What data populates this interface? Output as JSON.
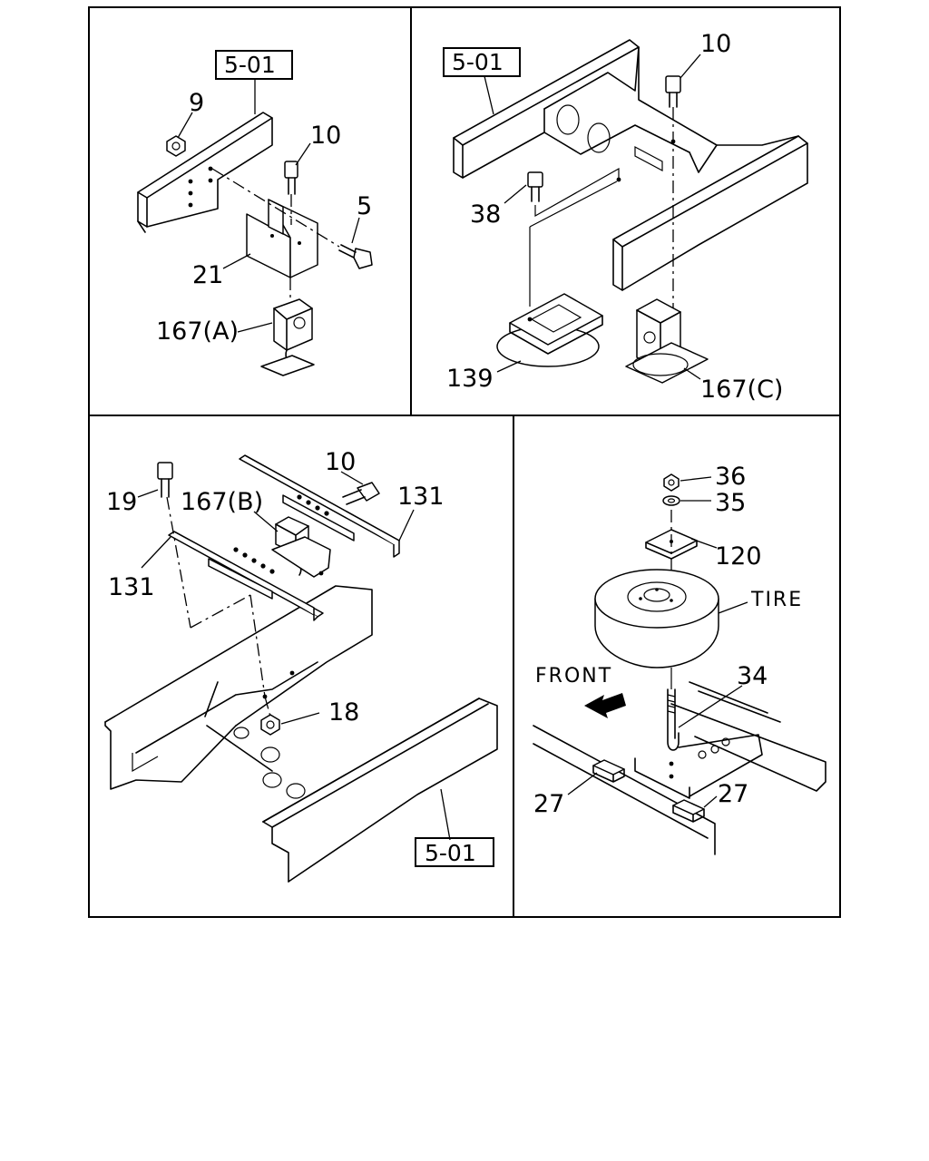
{
  "panels": {
    "top_left": {
      "ref_box": "5-01",
      "labels": {
        "p9": "9",
        "p10": "10",
        "p5": "5",
        "p21": "21",
        "p167a": "167(A)"
      }
    },
    "top_right": {
      "ref_box": "5-01",
      "labels": {
        "p10": "10",
        "p38": "38",
        "p139": "139",
        "p167c": "167(C)"
      }
    },
    "bottom_left": {
      "ref_box": "5-01",
      "labels": {
        "p19": "19",
        "p167b": "167(B)",
        "p10": "10",
        "p131a": "131",
        "p131b": "131",
        "p18": "18"
      }
    },
    "bottom_right": {
      "labels": {
        "p36": "36",
        "p35": "35",
        "p120": "120",
        "tire": "TIRE",
        "front": "FRONT",
        "p34": "34",
        "p27a": "27",
        "p27b": "27"
      }
    }
  }
}
